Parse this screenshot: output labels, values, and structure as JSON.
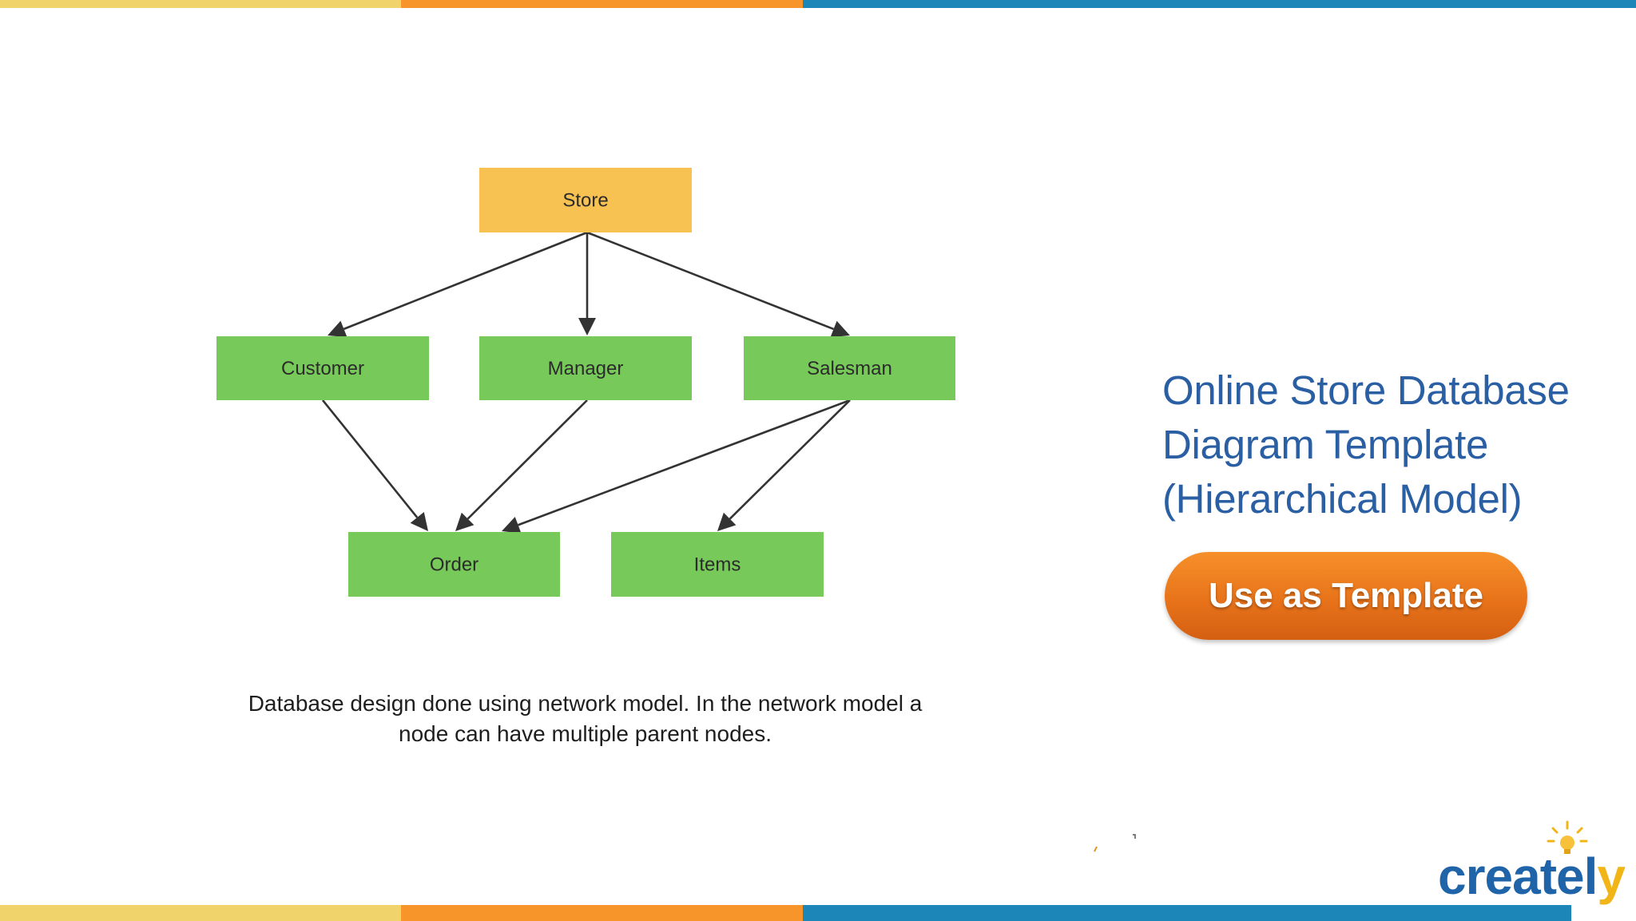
{
  "diagram": {
    "nodes": [
      {
        "id": "store",
        "label": "Store",
        "color": "#f7c252"
      },
      {
        "id": "customer",
        "label": "Customer",
        "color": "#77c95a"
      },
      {
        "id": "manager",
        "label": "Manager",
        "color": "#77c95a"
      },
      {
        "id": "salesman",
        "label": "Salesman",
        "color": "#77c95a"
      },
      {
        "id": "order",
        "label": "Order",
        "color": "#77c95a"
      },
      {
        "id": "items",
        "label": "Items",
        "color": "#77c95a"
      }
    ],
    "edges": [
      {
        "from": "store",
        "to": "customer"
      },
      {
        "from": "store",
        "to": "manager"
      },
      {
        "from": "store",
        "to": "salesman"
      },
      {
        "from": "customer",
        "to": "order"
      },
      {
        "from": "manager",
        "to": "order"
      },
      {
        "from": "salesman",
        "to": "order"
      },
      {
        "from": "salesman",
        "to": "items"
      }
    ]
  },
  "caption": {
    "line1": "Database design done using network model. In the network model a",
    "line2": "node can have multiple parent nodes."
  },
  "title": {
    "line1": "Online Store Database",
    "line2": "Diagram Template",
    "line3": "(Hierarchical Model)"
  },
  "cta": {
    "label": "Use as Template"
  },
  "brand": {
    "logo_text": "creately",
    "logo_main_color": "#1f63a8",
    "logo_accent_color": "#f2b518"
  },
  "colors": {
    "title": "#2a5fa3",
    "bar_yellow": "#f0d36a",
    "bar_orange": "#f7942a",
    "bar_blue": "#1c86b8",
    "button": "#e8731a"
  }
}
